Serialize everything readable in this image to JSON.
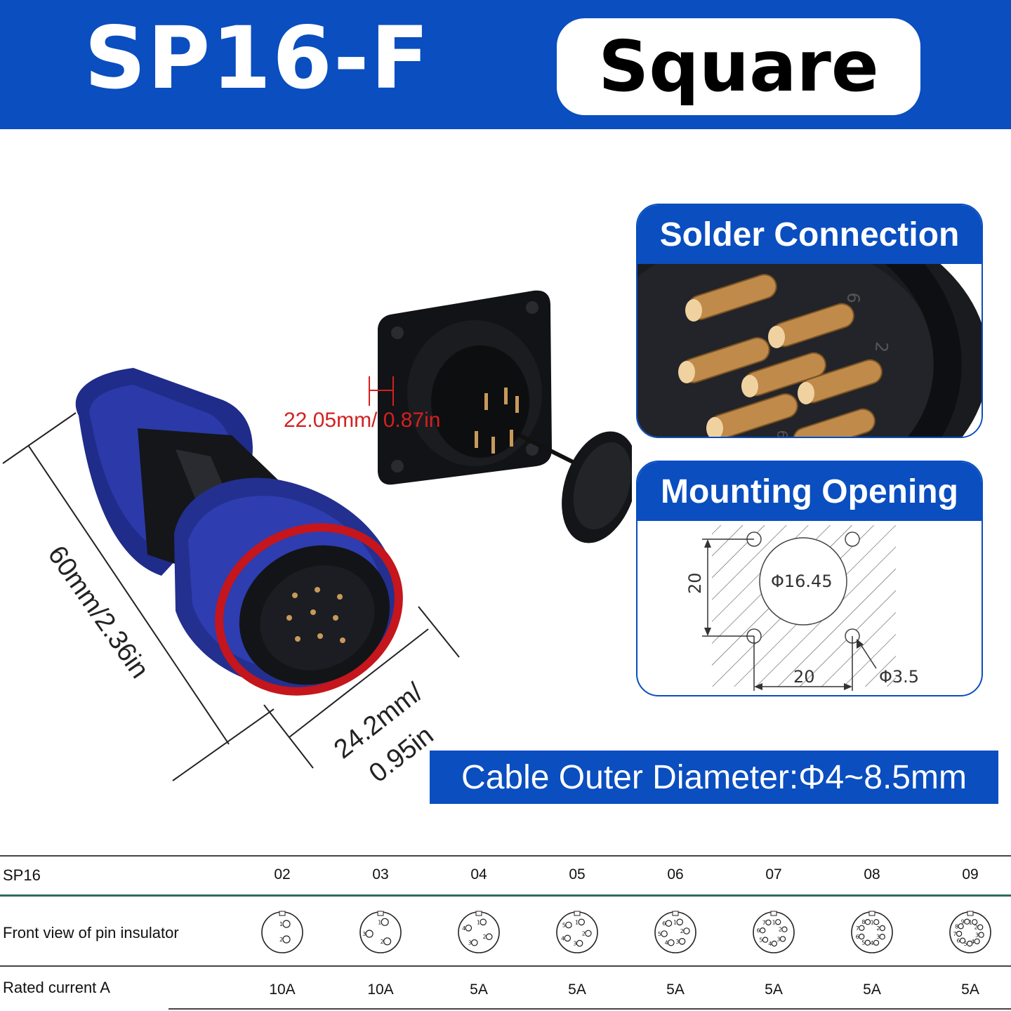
{
  "header": {
    "model": "SP16-F",
    "shape": "Square"
  },
  "panels": {
    "solder_title": "Solder Connection",
    "mount_title": "Mounting Opening",
    "mount_labels": {
      "center_dia": "Φ16.45",
      "height": "20",
      "width": "20",
      "hole_dia": "Φ3.5"
    },
    "solder_pin_numbers": [
      "6",
      "2",
      "6"
    ]
  },
  "dimensions": {
    "length": "60mm/2.36in",
    "diameter_line1": "24.2mm/",
    "diameter_line2": "0.95in",
    "panel_size": "22.05mm/ 0.87in"
  },
  "cable": {
    "label": "Cable Outer Diameter:Φ4~8.5mm"
  },
  "spec_table": {
    "header_label": "SP16",
    "front_label": "Front view of pin insulator",
    "current_label": "Rated current A",
    "columns": [
      {
        "code": "02",
        "current": "10A",
        "pins": [
          "1",
          "2"
        ]
      },
      {
        "code": "03",
        "current": "10A",
        "pins": [
          "1",
          "2",
          "3"
        ]
      },
      {
        "code": "04",
        "current": "5A",
        "pins": [
          "1",
          "2",
          "3",
          "4"
        ]
      },
      {
        "code": "05",
        "current": "5A",
        "pins": [
          "1",
          "2",
          "3",
          "4",
          "5"
        ]
      },
      {
        "code": "06",
        "current": "5A",
        "pins": [
          "1",
          "2",
          "3",
          "4",
          "5",
          "6"
        ]
      },
      {
        "code": "07",
        "current": "5A",
        "pins": [
          "1",
          "2",
          "3",
          "4",
          "5",
          "6",
          "7"
        ]
      },
      {
        "code": "08",
        "current": "5A",
        "pins": [
          "1",
          "2",
          "3",
          "4",
          "5",
          "6",
          "7",
          "8"
        ]
      },
      {
        "code": "09",
        "current": "5A",
        "pins": [
          "1",
          "2",
          "3",
          "4",
          "5",
          "6",
          "7",
          "8",
          "9"
        ]
      }
    ]
  },
  "colors": {
    "brand_blue": "#0a4ec0",
    "connector_blue": "#27349a",
    "seal_red": "#c4161c",
    "gold": "#c89a5a"
  }
}
